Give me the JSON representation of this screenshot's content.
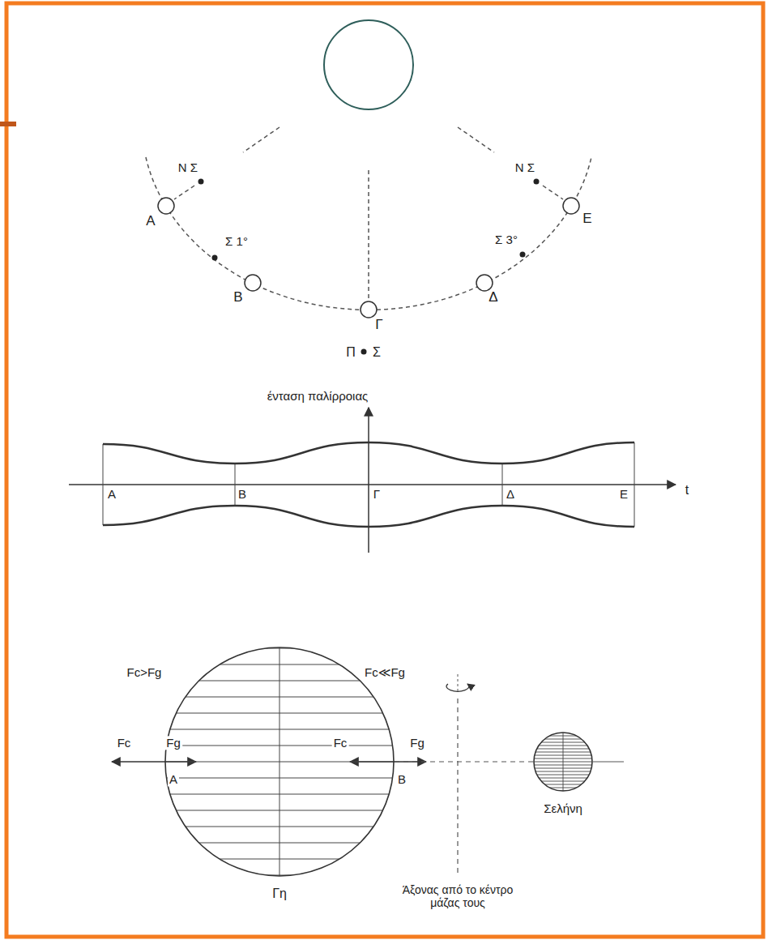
{
  "diagram": {
    "nodes": [
      {
        "text": [
          "Γη"
        ]
      },
      {
        "text": [
          "Σελήνη"
        ]
      }
    ],
    "edges": [
      {
        "from": 0,
        "to": 1,
        "arrow": "none"
      }
    ],
    "labels": [
      "Ν Σ",
      "Ν Σ",
      "Α",
      "Σ 1°",
      "Β",
      "Γ",
      "Π",
      "Σ",
      "Δ",
      "Σ 3°",
      "Ε",
      "ένταση παλίρροιας",
      "t",
      "Α",
      "Β",
      "Γ",
      "Δ",
      "Ε",
      "Fc>Fg",
      "Fc≪Fg",
      "Fc",
      "Fg",
      "Α",
      "Fc",
      "Fg",
      "Β",
      "Άξονας από το κέντρο μάζας τους"
    ]
  }
}
